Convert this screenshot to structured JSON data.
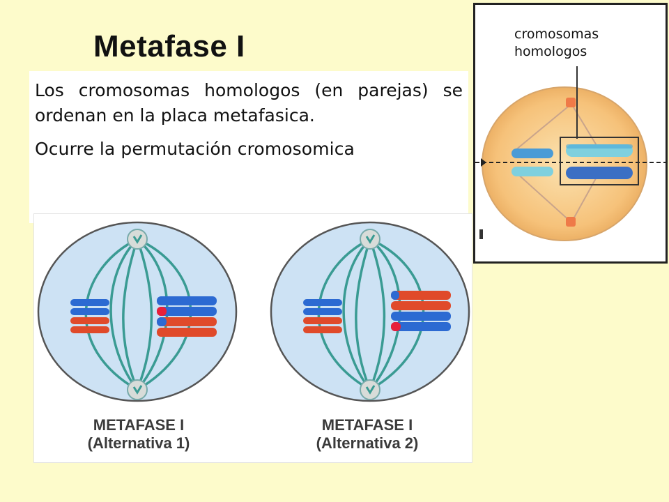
{
  "slide": {
    "title": "Metafase I",
    "paragraph1": "Los cromosomas homologos (en parejas) se ordenan en la placa metafasica.",
    "paragraph2": "Ocurre la permutación cromosomica"
  },
  "right_figure": {
    "label_line1": "cromosomas",
    "label_line2": "homologos"
  },
  "bottom_figure": {
    "cell_left": {
      "caption_line1": "METAFASE I",
      "caption_line2": "(Alternativa 1)"
    },
    "cell_right": {
      "caption_line1": "METAFASE I",
      "caption_line2": "(Alternativa 2)"
    }
  },
  "colors": {
    "background": "#fdfbcb",
    "chromosome_blue": "#2c6ad2",
    "chromosome_red": "#e04a2a",
    "cell_fill": "#cde2f4",
    "spindle": "#3a9b93"
  }
}
